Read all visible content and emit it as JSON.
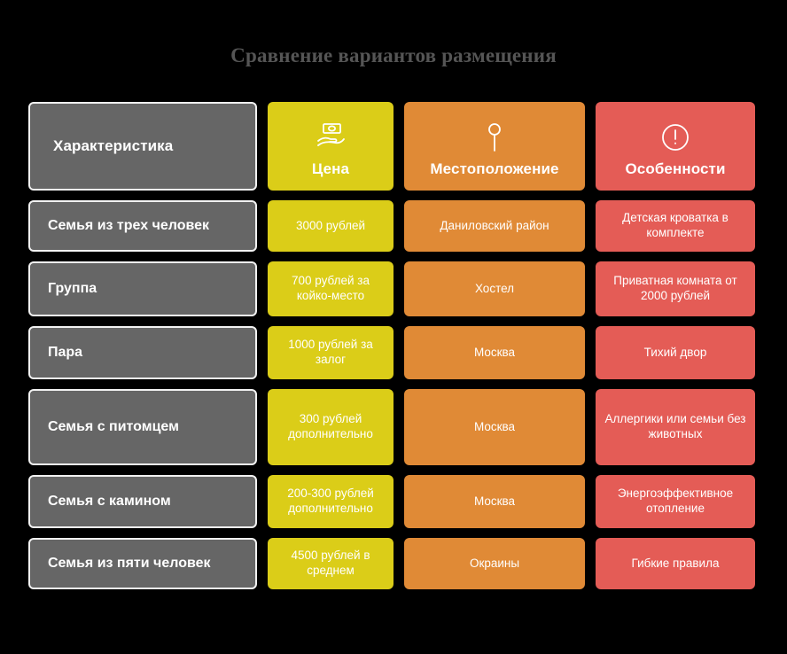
{
  "title": "Сравнение вариантов размещения",
  "colors": {
    "background": "#000000",
    "title": "#555555",
    "column_feature": "#666666",
    "column_price": "#dbcd18",
    "column_location": "#e08a36",
    "column_features": "#e45c56",
    "text": "#ffffff"
  },
  "table": {
    "headers": [
      {
        "label": "Характеристика",
        "icon": "",
        "color": "#666666"
      },
      {
        "label": "Цена",
        "icon": "money-in-hand-icon",
        "color": "#dbcd18"
      },
      {
        "label": "Местоположение",
        "icon": "map-pin-icon",
        "color": "#e08a36"
      },
      {
        "label": "Особенности",
        "icon": "exclamation-circle-icon",
        "color": "#e45c56"
      }
    ],
    "rows": [
      {
        "feature": "Семья из трех человек",
        "price": "3000 рублей",
        "location": "Даниловский район",
        "features": "Детская кроватка в комплекте"
      },
      {
        "feature": "Группа",
        "price": "700 рублей за койко-место",
        "location": "Хостел",
        "features": "Приватная комната от 2000 рублей"
      },
      {
        "feature": "Пара",
        "price": "1000 рублей за залог",
        "location": "Москва",
        "features": "Тихий двор"
      },
      {
        "feature": "Семья с питомцем",
        "price": "300 рублей дополнительно",
        "location": "Москва",
        "features": "Аллергики или семьи без животных"
      },
      {
        "feature": "Семья с камином",
        "price": "200-300 рублей дополнительно",
        "location": "Москва",
        "features": "Энергоэффективное отопление"
      },
      {
        "feature": "Семья из пяти человек",
        "price": "4500 рублей в среднем",
        "location": "Окраины",
        "features": "Гибкие правила"
      }
    ]
  }
}
